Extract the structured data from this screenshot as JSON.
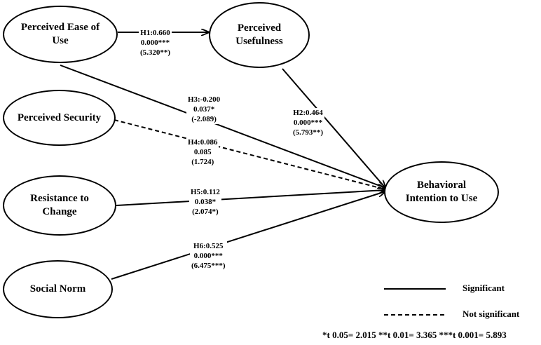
{
  "nodes": {
    "peou": [
      "Perceived Ease of",
      "Use"
    ],
    "pu": [
      "Perceived",
      "Usefulness"
    ],
    "ps": [
      "Perceived Security"
    ],
    "rc": [
      "Resistance to",
      "Change"
    ],
    "sn": [
      "Social Norm"
    ],
    "bi": [
      "Behavioral",
      "Intention to Use"
    ]
  },
  "paths": {
    "h1": {
      "hypothesis": "H1:0.660",
      "p_value": "0.000***",
      "t_value": "(5.320**)",
      "significant": true
    },
    "h2": {
      "hypothesis": "H2:0.464",
      "p_value": "0.000***",
      "t_value": "(5.793**)",
      "significant": true
    },
    "h3": {
      "hypothesis": "H3:-0.200",
      "p_value": "0.037*",
      "t_value": "(-2.089)",
      "significant": true
    },
    "h4": {
      "hypothesis": "H4:0.086",
      "p_value": "0.085",
      "t_value": "(1.724)",
      "significant": false
    },
    "h5": {
      "hypothesis": "H5:0.112",
      "p_value": "0.038*",
      "t_value": "(2.074*)",
      "significant": true
    },
    "h6": {
      "hypothesis": "H6:0.525",
      "p_value": "0.000***",
      "t_value": "(6.475***)",
      "significant": true
    }
  },
  "legend": {
    "significant": "Significant",
    "not_significant": "Not significant"
  },
  "footnote": "*t 0.05= 2.015 **t 0.01= 3.365 ***t 0.001= 5.893",
  "colors": {
    "line": "#000000",
    "background": "#ffffff"
  }
}
